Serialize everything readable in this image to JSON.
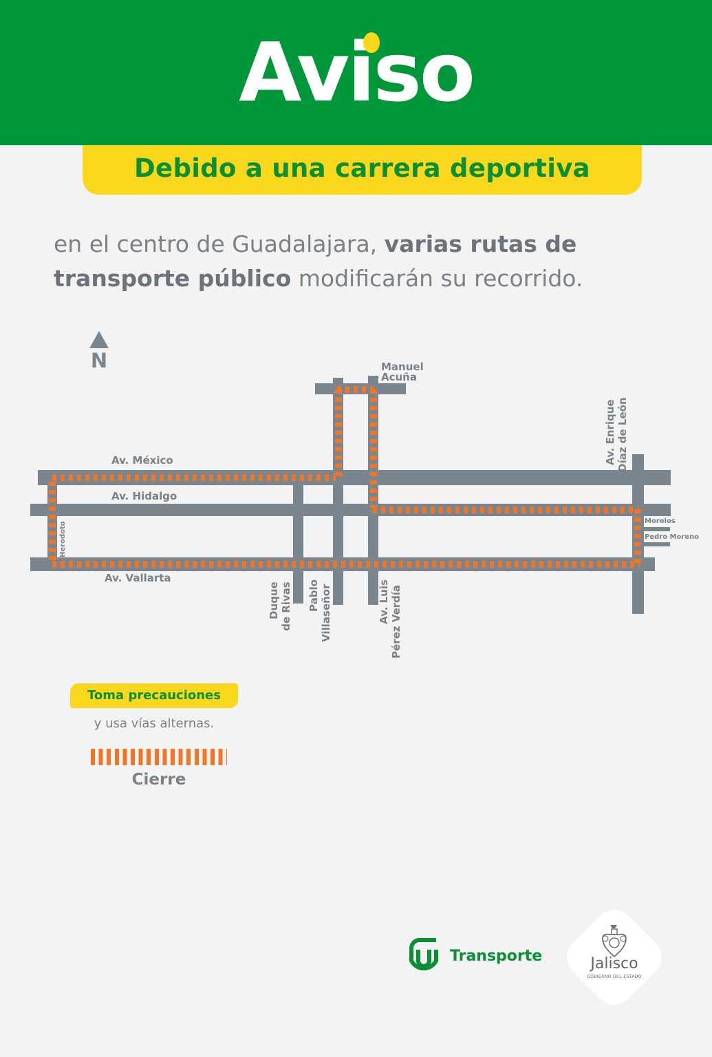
{
  "header": {
    "title": "Aviso",
    "subtitle": "Debido a una carrera deportiva",
    "colors": {
      "green": "#00963a",
      "yellow": "#f9d71c",
      "closure_orange": "#f07524",
      "road_gray": "#7b858d",
      "text_gray": "#7a8187"
    }
  },
  "intro": {
    "part1": "en el centro de Guadalajara, ",
    "part2_bold": "varias rutas de transporte público",
    "part3": " modificarán su recorrido."
  },
  "map": {
    "north_label": "N",
    "streets": {
      "av_mexico": "Av. México",
      "av_hidalgo": "Av. Hidalgo",
      "av_vallarta": "Av. Vallarta",
      "herodoto": "Herodoto",
      "manuel_acuna_1": "Manuel",
      "manuel_acuna_2": "Acuña",
      "duque_1": "Duque",
      "duque_2": "de Rivas",
      "pablo_1": "Pablo",
      "pablo_2": "Villaseñor",
      "luis_1": "Av. Luis",
      "luis_2": "Pérez Verdía",
      "enrique_1": "Av. Enrique",
      "enrique_2": "Díaz de León",
      "morelos": "Morelos",
      "pedro_moreno": "Pedro Moreno"
    },
    "closures": [
      "Av. México (Herodoto – Pablo Villaseñor)",
      "Herodoto (Av. México – Av. Vallarta)",
      "Pablo Villaseñor (Av. México – Manuel Acuña)",
      "Manuel Acuña (Pablo Villaseñor – Av. Luis Pérez Verdía)",
      "Av. Luis Pérez Verdía (Manuel Acuña – Av. Hidalgo)",
      "Av. Hidalgo (Av. Luis Pérez Verdía – Av. Enrique Díaz de León)",
      "Av. Enrique Díaz de León (Av. Hidalgo – Av. Vallarta)",
      "Av. Vallarta (Herodoto – Av. Enrique Díaz de León)"
    ]
  },
  "notice": {
    "callout": "Toma precauciones",
    "alt_text": "y usa vías alternas.",
    "legend_label": "Cierre"
  },
  "footer": {
    "transporte_label": "Transporte",
    "jalisco_label": "Jalisco",
    "jalisco_sub": "GOBIERNO DEL ESTADO"
  }
}
